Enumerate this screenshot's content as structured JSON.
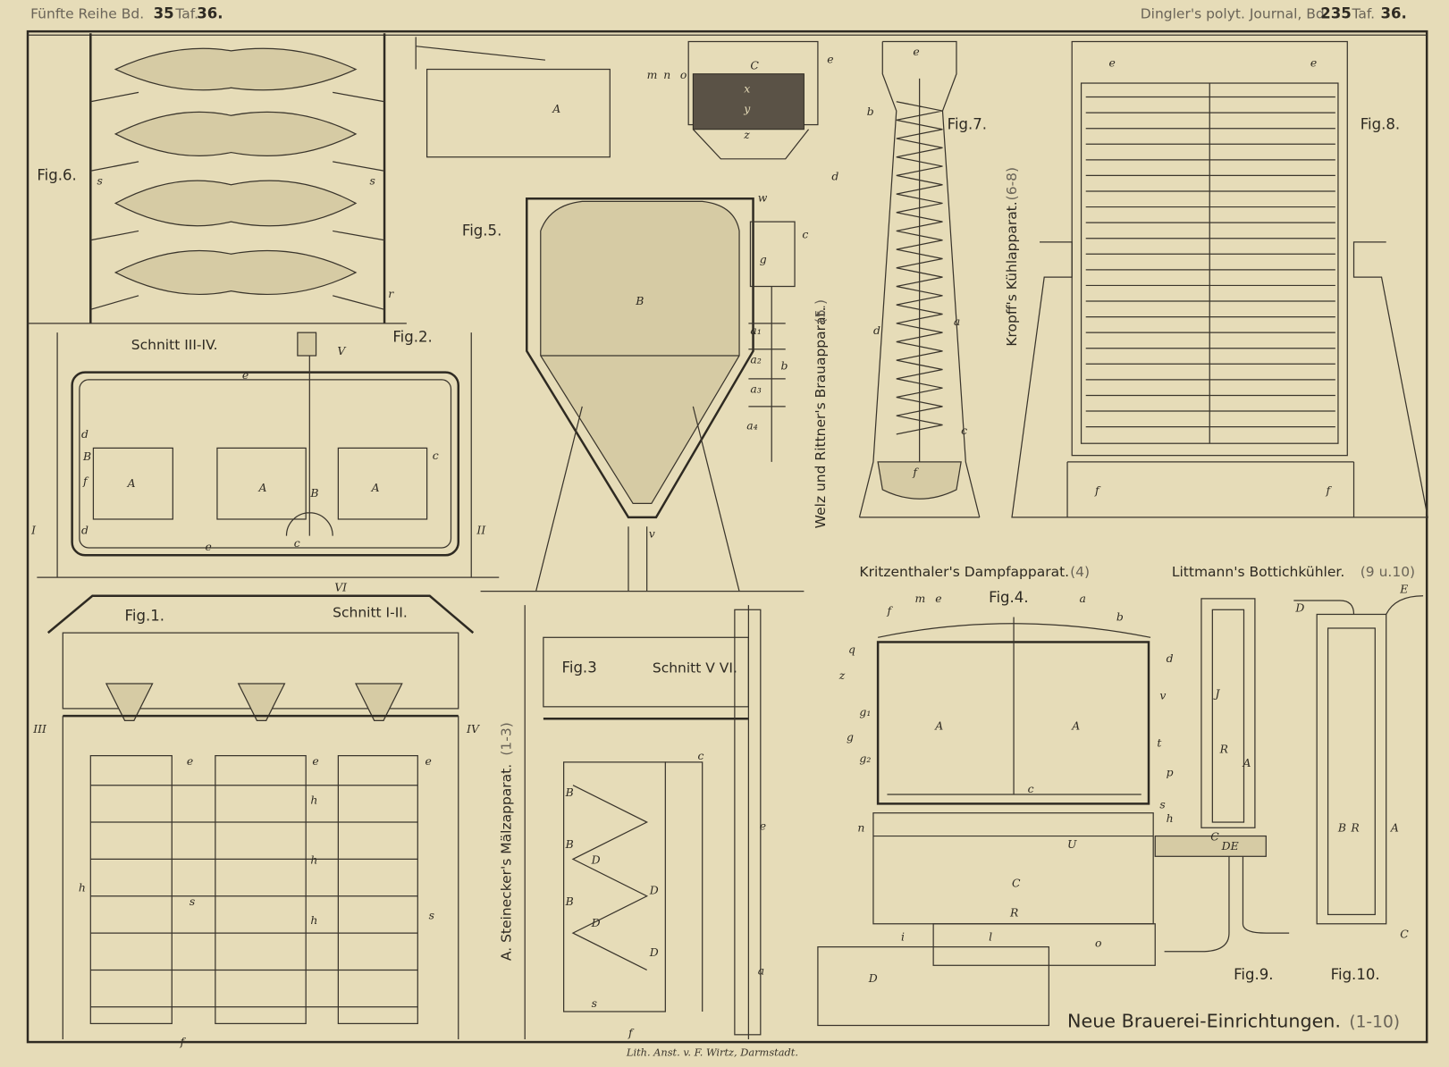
{
  "header": {
    "left_prefix": "Fünfte Reihe Bd.",
    "left_volume": "35",
    "left_taf_label": "Taf.",
    "left_taf": "36.",
    "right_prefix": "Dingler's polyt. Journal, Bd.",
    "right_volume": "235",
    "right_taf_label": "Taf.",
    "right_taf": "36."
  },
  "figures": {
    "fig1": "Fig.1.",
    "fig2": "Fig.2.",
    "fig3": "Fig.3",
    "fig4": "Fig.4.",
    "fig5": "Fig.5.",
    "fig6": "Fig.6.",
    "fig7": "Fig.7.",
    "fig8": "Fig.8.",
    "fig9": "Fig.9.",
    "fig10": "Fig.10."
  },
  "sections": {
    "s34": "Schnitt III-IV.",
    "s12": "Schnitt I-II.",
    "s56": "Schnitt V VI."
  },
  "captions": {
    "welz": "Welz und Rittner's Brauapparat.",
    "welz_ref": "(5.)",
    "kropff": "Kropff's Kühlapparat.",
    "kropff_ref": "(6-8)",
    "kritz": "Kritzenthaler's Dampfapparat.",
    "kritz_ref": "(4)",
    "littmann": "Littmann's Bottichkühler.",
    "littmann_ref": "(9 u.10)",
    "steinecker": "A. Steinecker's Mälzapparat.",
    "steinecker_ref": "(1-3)"
  },
  "title": {
    "main": "Neue Brauerei-Einrichtungen.",
    "ref": "(1-10)"
  },
  "imprint": "Lith. Anst. v. F. Wirtz, Darmstadt.",
  "letters": {
    "A": "A",
    "B": "B",
    "C": "C",
    "D": "D",
    "E": "E",
    "R": "R",
    "U": "U",
    "J": "J",
    "a": "a",
    "b": "b",
    "c": "c",
    "d": "d",
    "e": "e",
    "f": "f",
    "g": "g",
    "h": "h",
    "i": "i",
    "l": "l",
    "m": "m",
    "n": "n",
    "o": "o",
    "p": "p",
    "q": "q",
    "r": "r",
    "s": "s",
    "t": "t",
    "v": "v",
    "w": "w",
    "x": "x",
    "y": "y",
    "z": "z",
    "a1": "a₁",
    "a2": "a₂",
    "a3": "a₃",
    "a4": "a₄",
    "g1": "g₁",
    "g2": "g₂",
    "I": "I",
    "II": "II",
    "III": "III",
    "IV": "IV",
    "V": "V",
    "VI": "VI",
    "DE": "DE"
  },
  "colors": {
    "paper": "#e6dcb8",
    "ink": "#2e2a22"
  }
}
